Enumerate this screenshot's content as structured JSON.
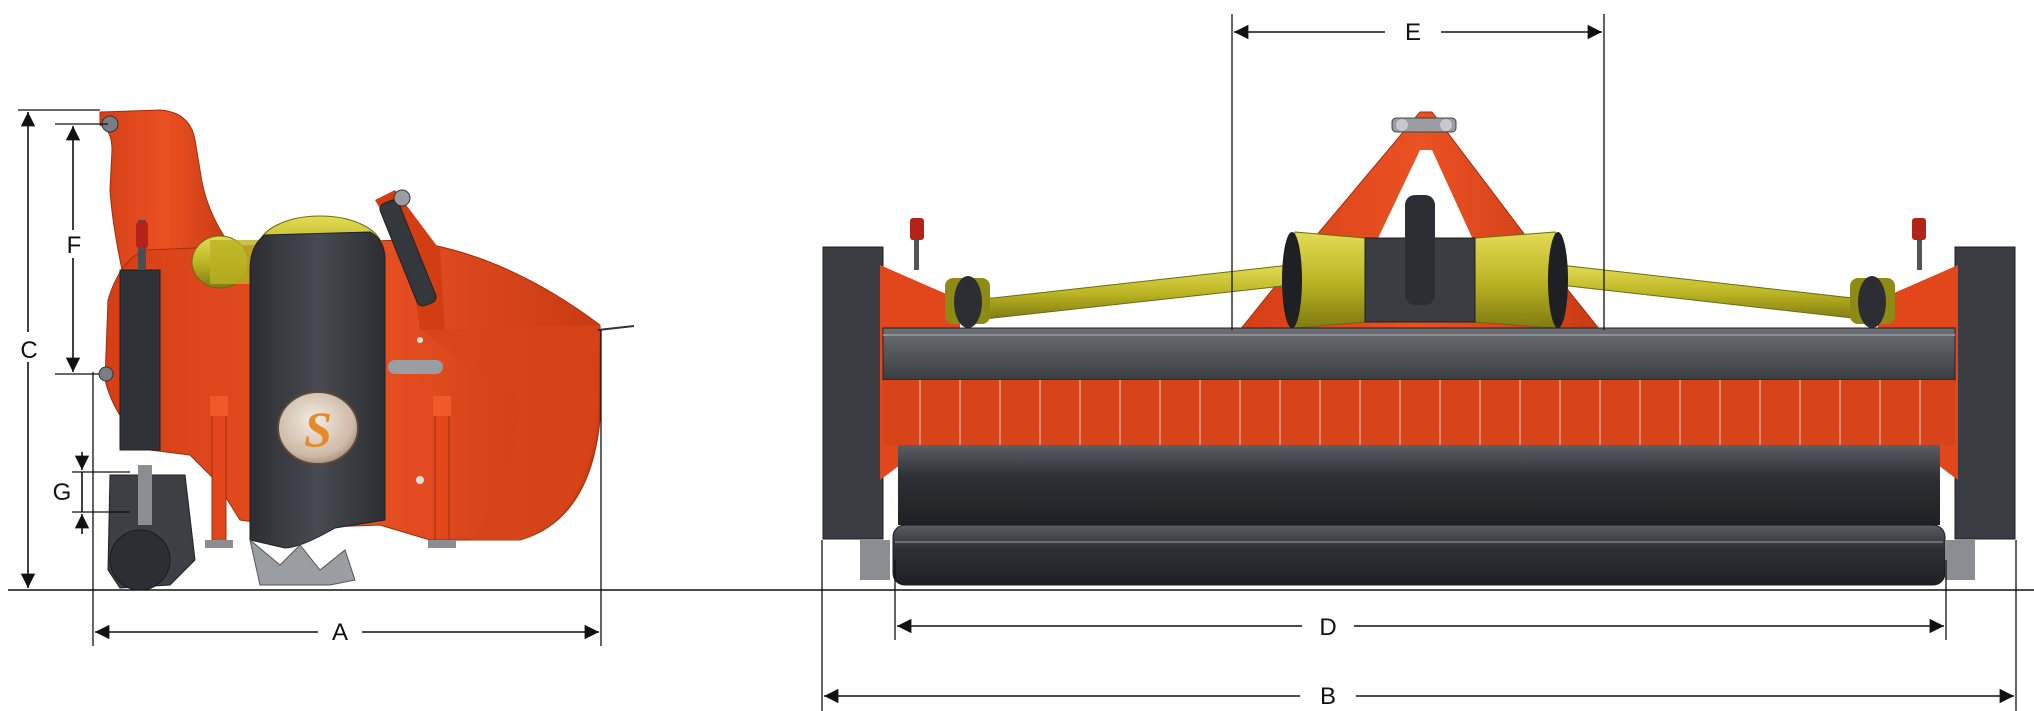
{
  "diagram": {
    "dimension_labels": {
      "A": "A",
      "B": "B",
      "C": "C",
      "D": "D",
      "E": "E",
      "F": "F",
      "G": "G"
    },
    "logo_letter": "S",
    "colors": {
      "body_orange": "#E0461C",
      "body_orange_dark": "#B8360F",
      "shield_dark": "#3E4147",
      "shield_darker": "#2C2E33",
      "pto_yellow": "#C8C22A",
      "pto_yellow_dark": "#8E8A14",
      "roller_dark": "#35383D",
      "steel_grey": "#8A8D92",
      "line": "#111111"
    }
  }
}
